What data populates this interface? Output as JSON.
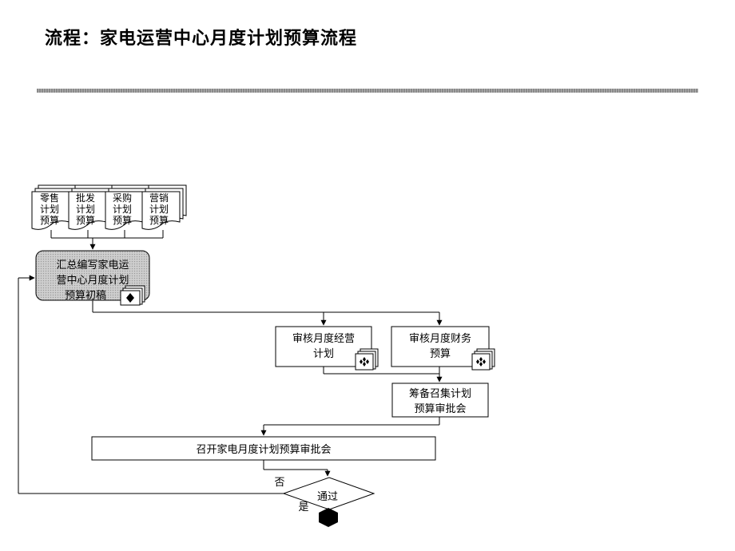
{
  "title": "流程：家电运营中心月度计划预算流程",
  "inputs": [
    {
      "line1": "零售",
      "line2": "计划",
      "line3": "预算"
    },
    {
      "line1": "批发",
      "line2": "计划",
      "line3": "预算"
    },
    {
      "line1": "采购",
      "line2": "计划",
      "line3": "预算"
    },
    {
      "line1": "营销",
      "line2": "计划",
      "line3": "预算"
    }
  ],
  "steps": {
    "compile": {
      "line1": "汇总编写家电运",
      "line2": "营中心月度计划",
      "line3": "预算初稿"
    },
    "review_ops": {
      "line1": "审核月度经营",
      "line2": "计划"
    },
    "review_fin": {
      "line1": "审核月度财务",
      "line2": "预算"
    },
    "prepare": {
      "line1": "筹备召集计划",
      "line2": "预算审批会"
    },
    "meeting": {
      "label": "召开家电月度计划预算审批会"
    }
  },
  "decision": {
    "label": "通过",
    "no_label": "否",
    "yes_label": "是"
  }
}
